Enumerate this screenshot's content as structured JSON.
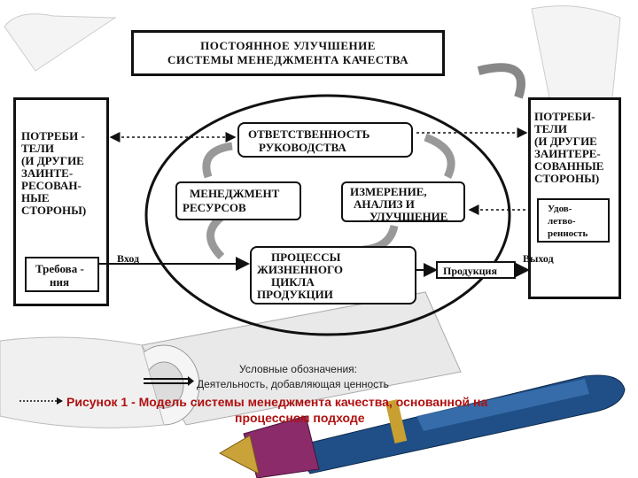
{
  "diagram": {
    "top_box": {
      "line1": "ПОСТОЯННОЕ УЛУЧШЕНИЕ",
      "line2": "СИСТЕМЫ МЕНЕДЖМЕНТА КАЧЕСТВА"
    },
    "left_customers": [
      "ПОТРЕБИ -",
      "ТЕЛИ",
      "(И ДРУГИЕ",
      "ЗАИНТЕ-",
      "РЕСОВАН-",
      "НЫЕ",
      "СТОРОНЫ)"
    ],
    "right_customers": [
      "ПОТРЕБИ-",
      "ТЕЛИ",
      "(И ДРУГИЕ",
      "ЗАИНТЕРЕ-",
      "СОВАННЫЕ",
      "СТОРОНЫ)"
    ],
    "responsibility": [
      "ОТВЕТСТВЕННОСТЬ",
      "РУКОВОДСТВА"
    ],
    "resources": [
      "МЕНЕДЖМЕНТ",
      "РЕСУРСОВ"
    ],
    "measurement": [
      "ИЗМЕРЕНИЕ,",
      "АНАЛИЗ И",
      "УЛУЧШЕНИЕ"
    ],
    "processes": [
      "ПРОЦЕССЫ",
      "ЖИЗНЕННОГО",
      "ЦИКЛА",
      "ПРОДУКЦИИ"
    ],
    "requirements": [
      "Требова -",
      "ния"
    ],
    "satisfaction": [
      "Удов-",
      "летво-",
      "ренность"
    ],
    "product": "Продукция",
    "input": "Вход",
    "output": "Выход"
  },
  "legend": {
    "title": "Условные обозначения:",
    "value_added": "Деятельность, добавляющая ценность"
  },
  "caption": {
    "line1": "Рисунок 1 - Модель системы менеджмента качества, основанной на",
    "line2": "процессном подходе"
  }
}
